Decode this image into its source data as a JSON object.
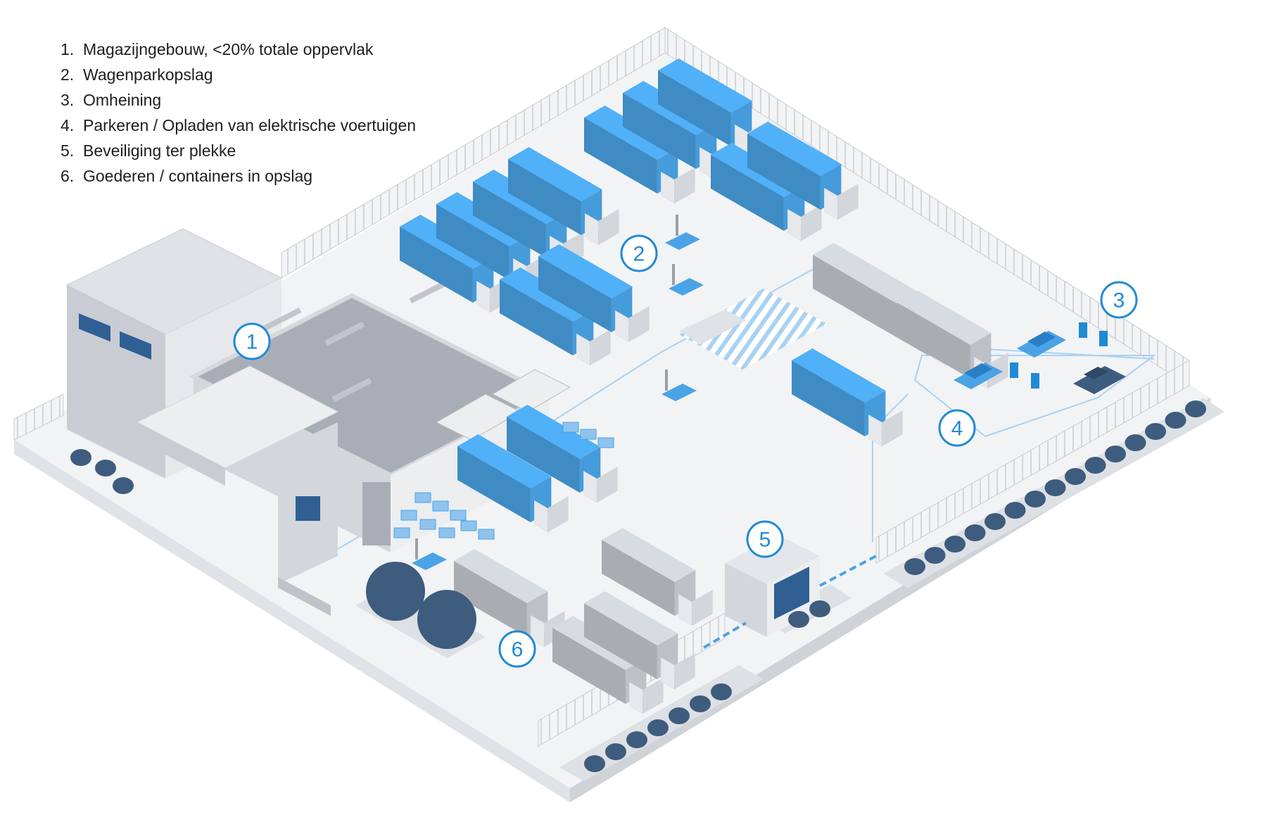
{
  "legend": [
    {
      "num": "1.",
      "label": "Magazijngebouw, <20% totale oppervlak"
    },
    {
      "num": "2.",
      "label": "Wagenparkopslag"
    },
    {
      "num": "3.",
      "label": "Omheining"
    },
    {
      "num": "4.",
      "label": "Parkeren / Opladen van elektrische voertuigen"
    },
    {
      "num": "5.",
      "label": "Beveiliging ter plekke"
    },
    {
      "num": "6.",
      "label": "Goederen / containers in opslag"
    }
  ],
  "markers": [
    "1",
    "2",
    "3",
    "4",
    "5",
    "6"
  ],
  "colors": {
    "accent": "#1f8ad6",
    "truck_blue": "#4aa3e6",
    "truck_grey": "#c7cbd1",
    "tree": "#3e5c7e",
    "ground": "#f1f2f4"
  }
}
